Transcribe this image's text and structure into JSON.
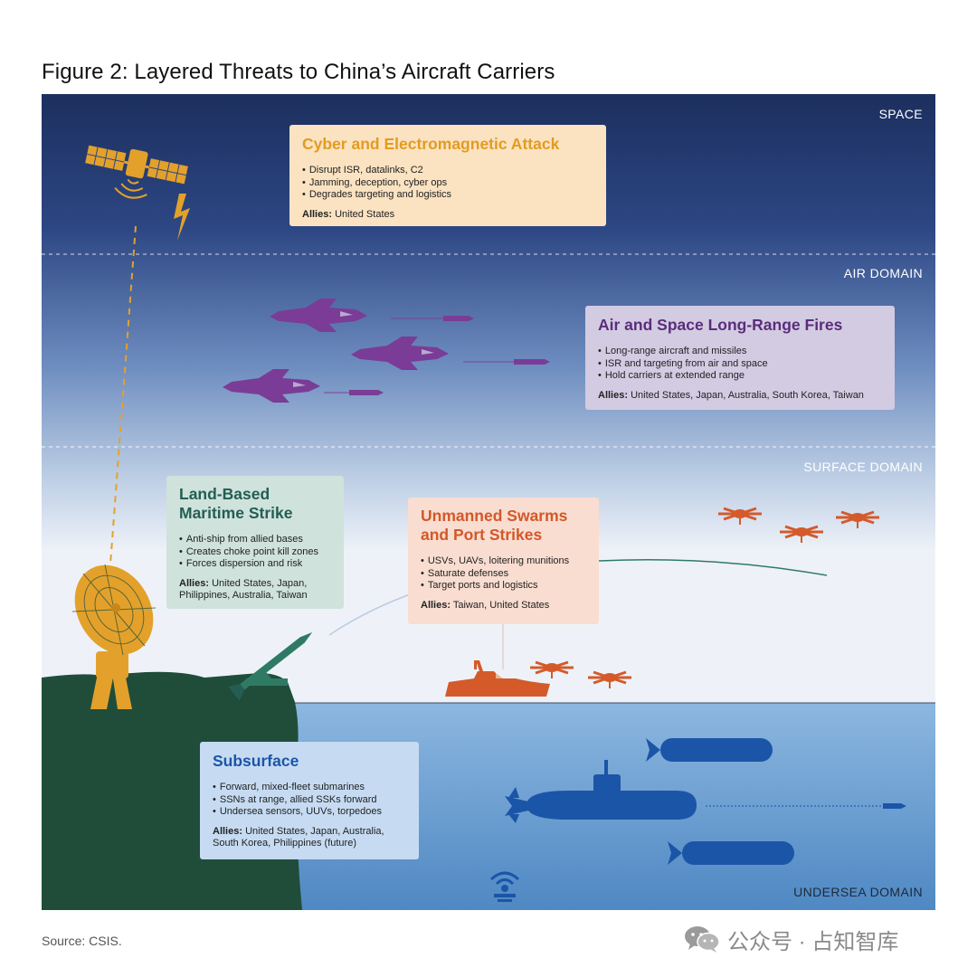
{
  "title": "Figure 2: Layered Threats to China’s Aircraft Carriers",
  "domains": {
    "space": "SPACE",
    "air": "AIR DOMAIN",
    "surface": "SURFACE DOMAIN",
    "undersea": "UNDERSEA DOMAIN"
  },
  "cards": {
    "cyber": {
      "heading": "Cyber and Electromagnetic Attack",
      "bullets": [
        "Disrupt ISR, datalinks, C2",
        "Jamming, deception, cyber ops",
        "Degrades targeting and logistics"
      ],
      "allies_label": "Allies:",
      "allies": "United States"
    },
    "fires": {
      "heading": "Air and Space Long-Range Fires",
      "bullets": [
        "Long-range aircraft and missiles",
        "ISR and targeting from air and space",
        "Hold carriers at extended range"
      ],
      "allies_label": "Allies:",
      "allies": "United States, Japan, Australia, South Korea, Taiwan"
    },
    "land": {
      "heading_line1": "Land-Based",
      "heading_line2": "Maritime Strike",
      "bullets": [
        "Anti-ship from allied bases",
        "Creates choke point kill zones",
        "Forces dispersion and risk"
      ],
      "allies_label": "Allies:",
      "allies": "United States, Japan, Philippines, Australia, Taiwan"
    },
    "swarm": {
      "heading_line1": "Unmanned Swarms",
      "heading_line2": "and Port Strikes",
      "bullets": [
        "USVs, UAVs, loitering munitions",
        "Saturate defenses",
        "Target ports and logistics"
      ],
      "allies_label": "Allies:",
      "allies": "Taiwan, United States"
    },
    "sub": {
      "heading": "Subsurface",
      "bullets": [
        "Forward, mixed-fleet submarines",
        "SSNs at range, allied SSKs forward",
        "Undersea sensors, UUVs, torpedoes"
      ],
      "allies_label": "Allies:",
      "allies": "United States, Japan, Australia, South Korea, Philippines (future)"
    }
  },
  "source": "Source: CSIS.",
  "watermark": "公众号 · 占知智库",
  "colors": {
    "space_top": "#1c2f5e",
    "sky_bottom": "#eef2f8",
    "sea": "#4f88c3",
    "land": "#1f4d3a",
    "aircraft": "#7a3c96",
    "swarm": "#d45a2a",
    "submarine": "#1b55a8",
    "satellite": "#e3a12b",
    "launcher": "#2f7a64"
  },
  "icons": [
    "satellite-icon",
    "lightning-icon",
    "fighter-jet-icon",
    "missile-icon",
    "radar-dish-icon",
    "missile-launcher-icon",
    "drone-icon",
    "usv-boat-icon",
    "submarine-icon",
    "uuv-icon",
    "torpedo-icon",
    "sensor-wifi-icon",
    "wechat-icon"
  ]
}
